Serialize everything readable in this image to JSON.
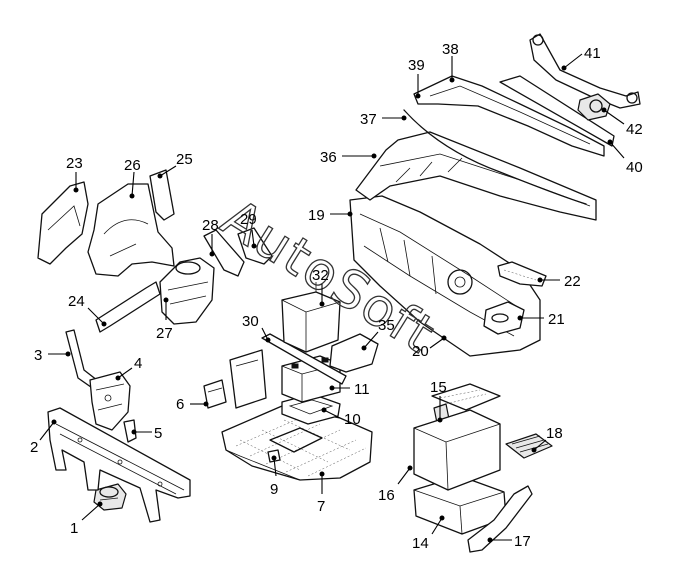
{
  "watermark": "AutoSoft",
  "callouts": {
    "c1": "1",
    "c2": "2",
    "c3": "3",
    "c4": "4",
    "c5": "5",
    "c6": "6",
    "c7": "7",
    "c9": "9",
    "c10": "10",
    "c11": "11",
    "c14": "14",
    "c15": "15",
    "c16": "16",
    "c17": "17",
    "c18": "18",
    "c19": "19",
    "c20": "20",
    "c21": "21",
    "c22": "22",
    "c23": "23",
    "c24": "24",
    "c25": "25",
    "c26": "26",
    "c27": "27",
    "c28": "28",
    "c29": "29",
    "c30": "30",
    "c32": "32",
    "c35": "35",
    "c36": "36",
    "c37": "37",
    "c38": "38",
    "c39": "39",
    "c40": "40",
    "c41": "41",
    "c42": "42"
  }
}
